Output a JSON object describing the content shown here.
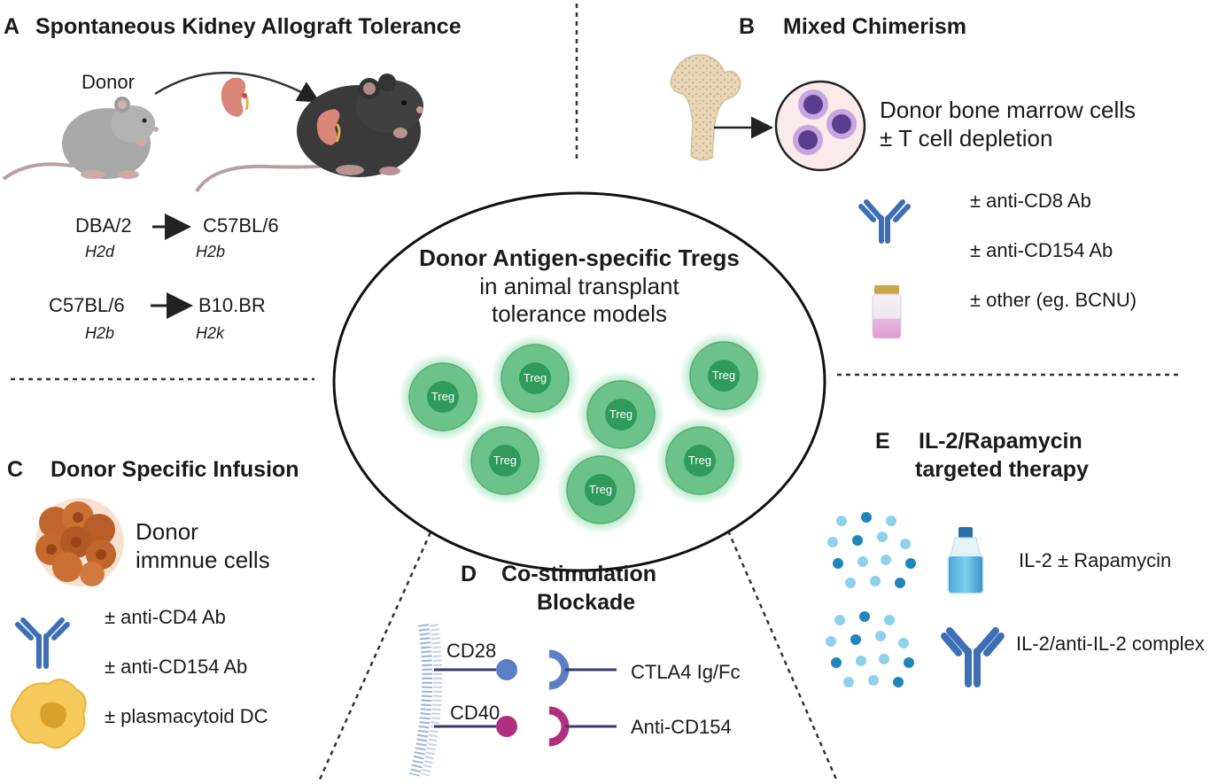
{
  "panels": {
    "a": {
      "letter": "A",
      "title": "Spontaneous Kidney  Allograft Tolerance",
      "donor_label": "Donor",
      "pairs": [
        {
          "from": "DBA/2",
          "from_hap": "H2d",
          "to": "C57BL/6",
          "to_hap": "H2b"
        },
        {
          "from": "C57BL/6",
          "from_hap": "H2b",
          "to": "B10.BR",
          "to_hap": "H2k"
        }
      ]
    },
    "b": {
      "letter": "B",
      "title": "Mixed Chimerism",
      "cells_line1": "Donor bone marrow cells",
      "cells_line2": "± T cell depletion",
      "items": [
        "± anti-CD8  Ab",
        "± anti-CD154 Ab",
        "± other (eg. BCNU)"
      ]
    },
    "c": {
      "letter": "C",
      "title": "Donor Specific Infusion",
      "cells_line1": "Donor",
      "cells_line2": "immnue cells",
      "items": [
        "± anti-CD4 Ab",
        "± anti-CD154 Ab",
        "± plasmacytoid DC"
      ]
    },
    "d": {
      "letter": "D",
      "title_line1": "Co-stimulation",
      "title_line2": "Blockade",
      "receptors": [
        {
          "name": "CD28",
          "ligand": "CTLA4 Ig/Fc",
          "color": "#5b7fc4"
        },
        {
          "name": "CD40",
          "ligand": "Anti-CD154",
          "color": "#b0307f"
        }
      ]
    },
    "e": {
      "letter": "E",
      "title_line1": "IL-2/Rapamycin",
      "title_line2": "targeted therapy",
      "items": [
        "IL-2 ± Rapamycin",
        "IL-2/anti-IL-2 complex"
      ]
    }
  },
  "center": {
    "title_bold": "Donor Antigen-specific Tregs",
    "title_line2": "in animal transplant",
    "title_line3": "tolerance models",
    "cell_label": "Treg"
  },
  "colors": {
    "treg_outer": "#6cc38a",
    "treg_inner": "#2f9a5a",
    "antibody": "#3d6fb6",
    "mouse_grey": "#a8a8a8",
    "mouse_black": "#3a3a3a",
    "kidney": "#d9857a",
    "marrow_cell": "#5a3d8f",
    "dsi_cell": "#c0652b",
    "pdc": "#f5c95a",
    "il2_dot": "#3aa9d6"
  }
}
